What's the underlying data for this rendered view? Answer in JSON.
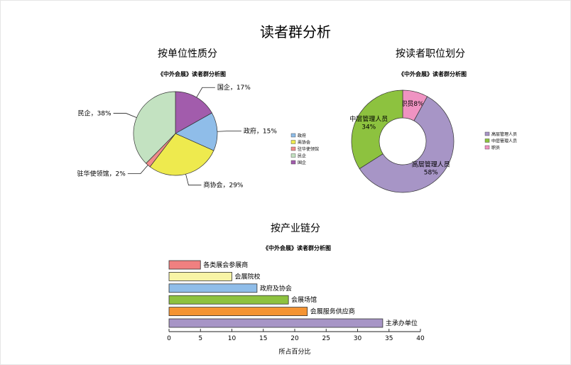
{
  "page": {
    "title": "读者群分析"
  },
  "sections": {
    "pie_title": "按单位性质分",
    "donut_title": "按读者职位划分",
    "bar_title": "按产业链分"
  },
  "chart_data": [
    {
      "type": "pie",
      "title": "《中外会展》读者群分析图",
      "slices": [
        {
          "name": "国企",
          "value": 17,
          "label": "国企，17%",
          "color": "#a25cac"
        },
        {
          "name": "政府",
          "value": 15,
          "label": "政府，15%",
          "color": "#8fbde9"
        },
        {
          "name": "商协会",
          "value": 29,
          "label": "商协会，29%",
          "color": "#eeea4e"
        },
        {
          "name": "驻华使领馆",
          "value": 2,
          "label": "驻华使领馆，2%",
          "color": "#f08b8b"
        },
        {
          "name": "民企",
          "value": 38,
          "label": "民企，38%",
          "color": "#c3e2c1"
        }
      ],
      "legend": [
        "政府",
        "商协会",
        "驻华使领馆",
        "民企",
        "国企"
      ],
      "legend_colors": [
        "#8fbde9",
        "#eeea4e",
        "#f08b8b",
        "#c3e2c1",
        "#a25cac"
      ],
      "legend_position": "right"
    },
    {
      "type": "donut",
      "title": "《中外会展》读者群分析图",
      "slices": [
        {
          "name": "职员",
          "value": 8,
          "label": "职员8%",
          "color": "#ef93c2"
        },
        {
          "name": "高层管理人员",
          "value": 58,
          "label": "高层管理人员58%",
          "color": "#a795c6"
        },
        {
          "name": "中层管理人员",
          "value": 34,
          "label": "中层管理人员34%",
          "color": "#8dc23f"
        }
      ],
      "label_lines": {
        "职员": [
          "职员8%"
        ],
        "高层管理人员": [
          "高层管理人员",
          "58%"
        ],
        "中层管理人员": [
          "中层管理人员",
          "34%"
        ]
      },
      "legend": [
        "高层管理人员",
        "中层管理人员",
        "职员"
      ],
      "legend_colors": [
        "#a795c6",
        "#8dc23f",
        "#ef93c2"
      ],
      "legend_position": "right"
    },
    {
      "type": "bar",
      "orientation": "horizontal",
      "title": "《中外会展》读者群分析图",
      "xlabel": "所占百分比",
      "xlim": [
        0,
        40
      ],
      "xticks": [
        0,
        5,
        10,
        15,
        20,
        25,
        30,
        35,
        40
      ],
      "categories": [
        "各类展会参展商",
        "会展院校",
        "政府及协会",
        "会展场馆",
        "会展服务供应商",
        "主承办单位"
      ],
      "values": [
        5,
        10,
        14,
        19,
        22,
        34
      ],
      "colors": [
        "#f08080",
        "#f8f4a6",
        "#8fbde9",
        "#8dc23f",
        "#f59433",
        "#a795c6"
      ]
    }
  ]
}
